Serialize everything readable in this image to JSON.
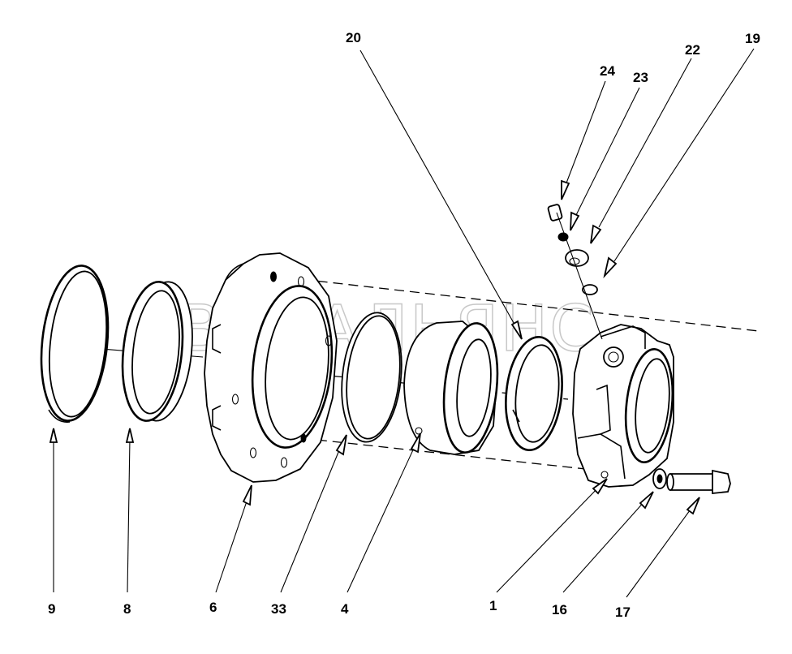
{
  "watermark": "АВТОАЛЬЯНС",
  "labels": {
    "p9": "9",
    "p8": "8",
    "p6": "6",
    "p33": "33",
    "p4": "4",
    "p1": "1",
    "p16": "16",
    "p17": "17",
    "p20": "20",
    "p24": "24",
    "p23": "23",
    "p22": "22",
    "p19": "19"
  }
}
